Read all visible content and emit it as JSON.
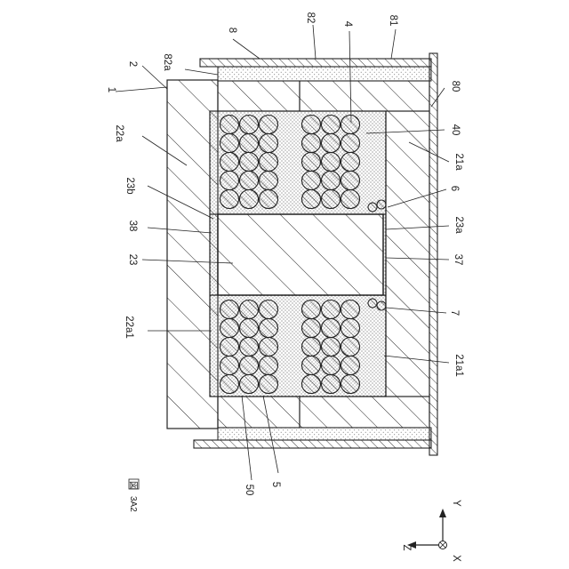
{
  "figure": {
    "caption_prefix": "図",
    "caption_number": "3A2"
  },
  "labels": [
    {
      "key": "ref_1",
      "text": "1"
    },
    {
      "key": "ref_2",
      "text": "2"
    },
    {
      "key": "ref_8",
      "text": "8"
    },
    {
      "key": "ref_82a",
      "text": "82a"
    },
    {
      "key": "ref_82",
      "text": "82"
    },
    {
      "key": "ref_4",
      "text": "4"
    },
    {
      "key": "ref_81",
      "text": "81"
    },
    {
      "key": "ref_80",
      "text": "80"
    },
    {
      "key": "ref_40",
      "text": "40"
    },
    {
      "key": "ref_21a",
      "text": "21a"
    },
    {
      "key": "ref_22a",
      "text": "22a"
    },
    {
      "key": "ref_23b",
      "text": "23b"
    },
    {
      "key": "ref_6",
      "text": "6"
    },
    {
      "key": "ref_23a",
      "text": "23a"
    },
    {
      "key": "ref_38",
      "text": "38"
    },
    {
      "key": "ref_37",
      "text": "37"
    },
    {
      "key": "ref_23",
      "text": "23"
    },
    {
      "key": "ref_22a1",
      "text": "22a1"
    },
    {
      "key": "ref_7",
      "text": "7"
    },
    {
      "key": "ref_21a1",
      "text": "21a1"
    },
    {
      "key": "ref_50",
      "text": "50"
    },
    {
      "key": "ref_5",
      "text": "5"
    }
  ],
  "axes": {
    "y_label": "Y",
    "z_label": "Z",
    "x_label": "X"
  }
}
